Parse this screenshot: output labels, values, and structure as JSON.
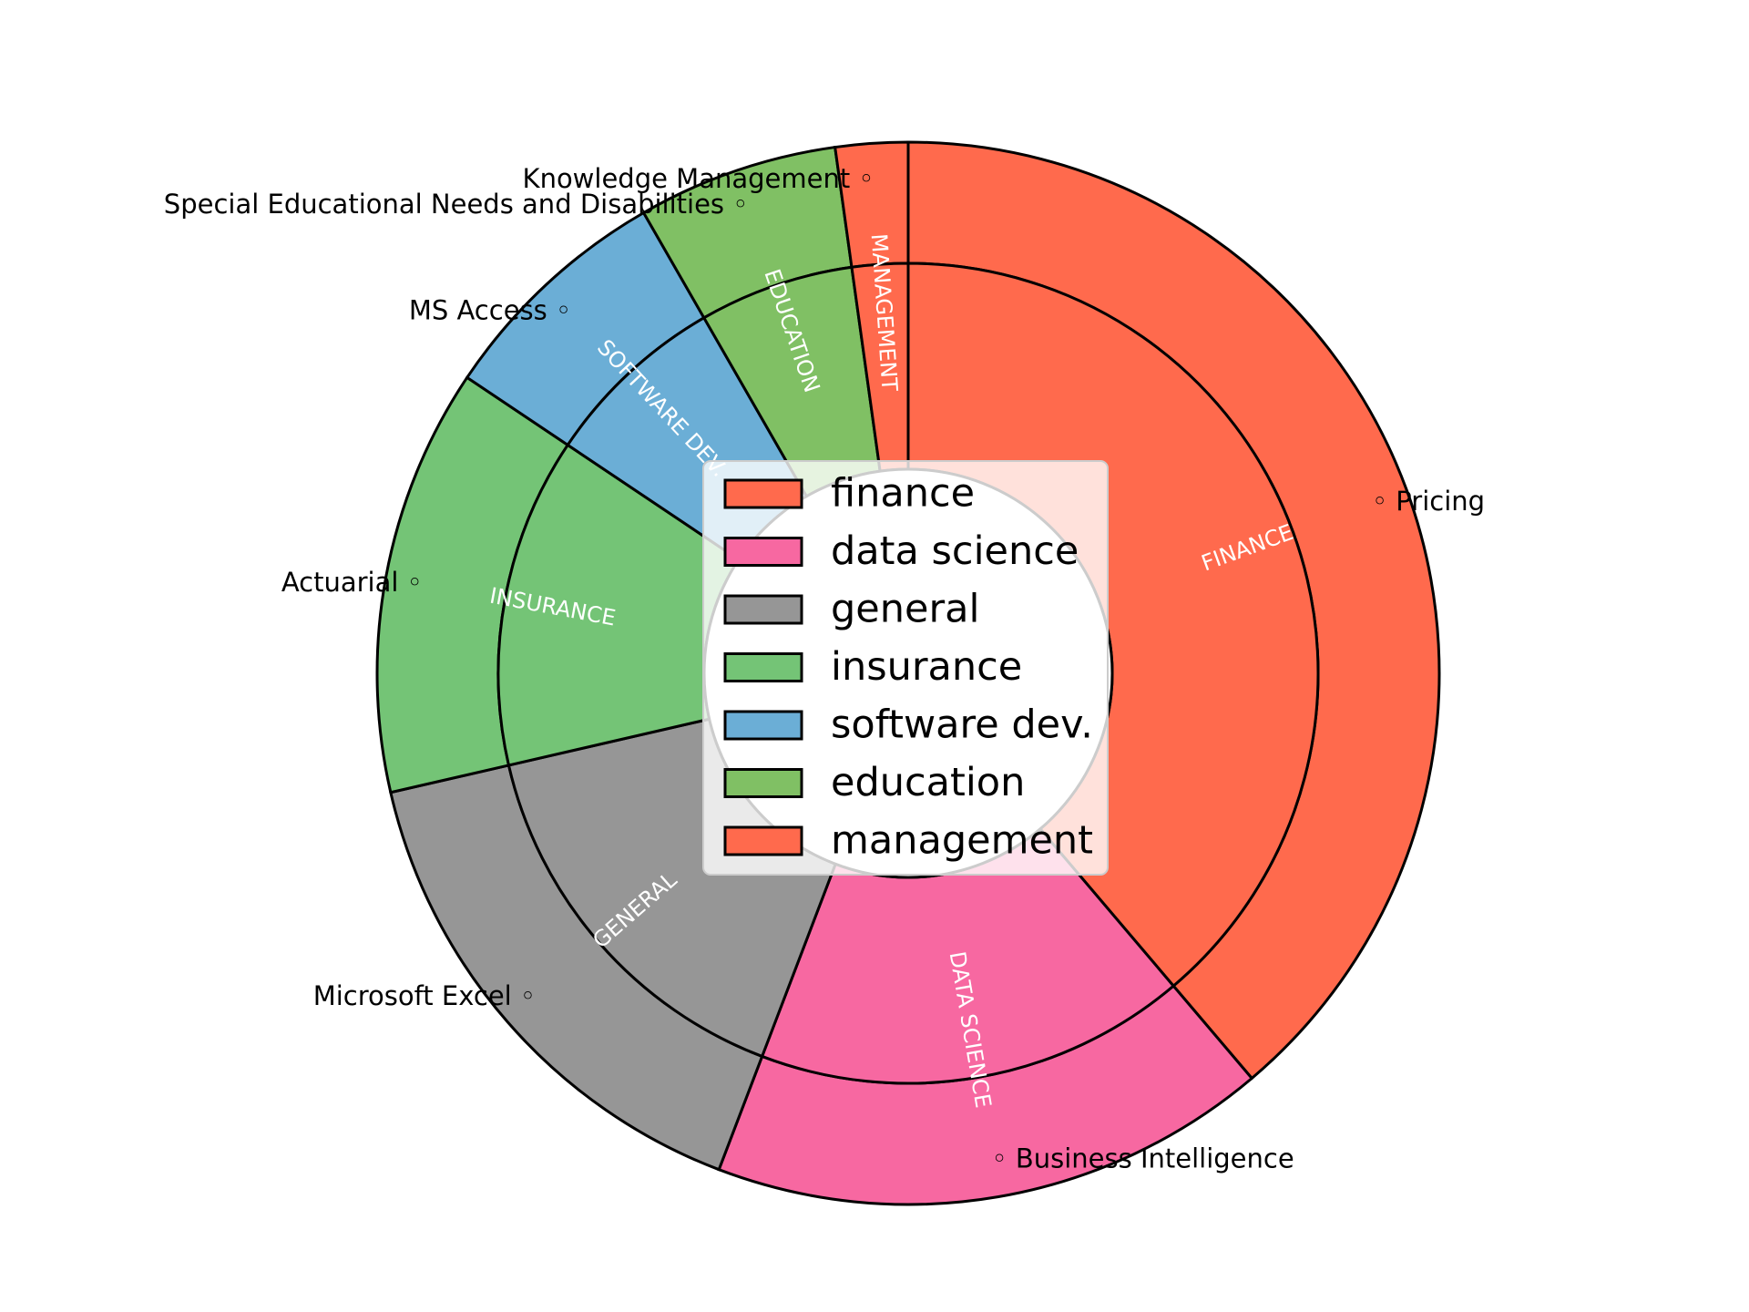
{
  "chart_data": {
    "type": "pie",
    "variant": "nested-donut",
    "inner_ring": {
      "categories": [
        "finance",
        "data science",
        "general",
        "insurance",
        "software dev.",
        "education",
        "management"
      ],
      "labels": [
        "FINANCE",
        "DATA SCIENCE",
        "GENERAL",
        "INSURANCE",
        "SOFTWARE DEV.",
        "EDUCATION",
        "MANAGEMENT"
      ],
      "values": [
        38.8,
        17.0,
        15.6,
        13.0,
        7.3,
        6.1,
        2.2
      ],
      "colors": [
        "#FF6A4D",
        "#F768A1",
        "#969696",
        "#74C476",
        "#6BAED6",
        "#80C064",
        "#FF6A4D"
      ]
    },
    "outer_ring": {
      "labels": [
        "Pricing",
        "Business Intelligence",
        "Microsoft Excel",
        "Actuarial",
        "MS Access",
        "Special Educational Needs and Disabilities",
        "Knowledge Management"
      ],
      "values": [
        38.8,
        17.0,
        15.6,
        13.0,
        7.3,
        6.1,
        2.2
      ],
      "parent": [
        "finance",
        "data science",
        "general",
        "insurance",
        "software dev.",
        "education",
        "management"
      ],
      "colors": [
        "#FF6A4D",
        "#F768A1",
        "#969696",
        "#74C476",
        "#6BAED6",
        "#80C064",
        "#FF6A4D"
      ]
    },
    "legend": {
      "entries": [
        "finance",
        "data science",
        "general",
        "insurance",
        "software dev.",
        "education",
        "management"
      ],
      "colors": [
        "#FF6A4D",
        "#F768A1",
        "#969696",
        "#74C476",
        "#6BAED6",
        "#80C064",
        "#FF6A4D"
      ],
      "placement": "center"
    },
    "start_angle_deg": 90,
    "direction": "clockwise",
    "edge_color": "#000000"
  }
}
